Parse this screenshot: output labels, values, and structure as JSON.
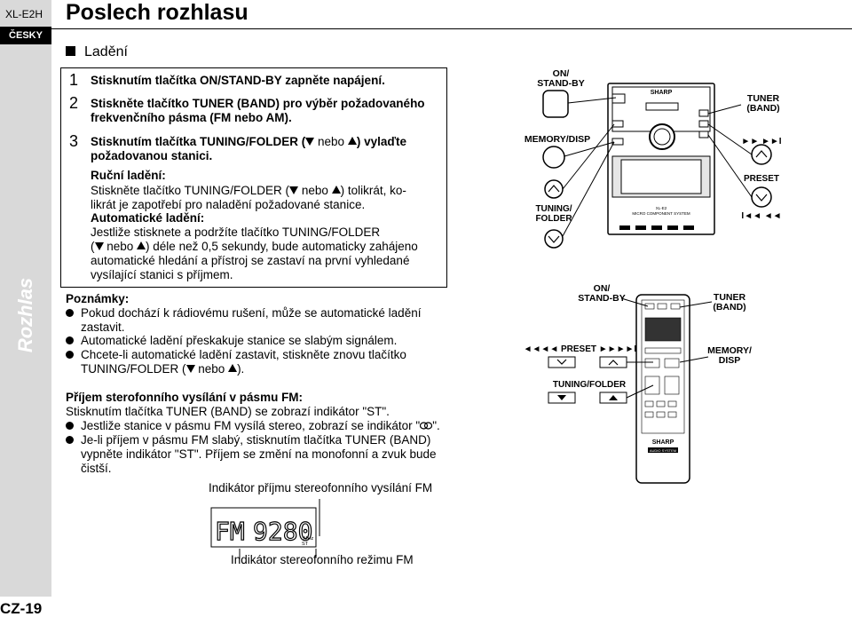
{
  "header": {
    "model": "XL-E2H",
    "language": "ČESKY",
    "side_title": "Rozhlas",
    "page_number": "CZ-19",
    "title": "Poslech rozhlasu"
  },
  "section": {
    "heading": "Ladění",
    "steps": [
      {
        "num": "1",
        "line1": "Stisknutím tlačítka ON/STAND-BY zapněte napájení."
      },
      {
        "num": "2",
        "line1": "Stiskněte tlačítko TUNER (BAND) pro výběr požadovaného",
        "line2": "frekvenčního pásma (FM nebo AM)."
      },
      {
        "num": "3",
        "line1a": "Stisknutím tlačítka TUNING/FOLDER (",
        "line1b": " nebo ",
        "line1c": ") vylaďte",
        "line2": "požadovanou stanici."
      }
    ],
    "manual": {
      "heading": "Ruční ladění:",
      "line1a": "Stiskněte tlačítko TUNING/FOLDER (",
      "line1b": " nebo ",
      "line1c": ") tolikrát, ko-",
      "line2": "likrát je zapotřebí pro naladění požadované stanice."
    },
    "auto": {
      "heading": "Automatické ladění:",
      "line1": "Jestliže stisknete a podržíte tlačítko TUNING/FOLDER",
      "line2a": "(",
      "line2b": " nebo ",
      "line2c": ") déle než 0,5 sekundy, bude automaticky zahájeno",
      "line3": "automatické hledání a přístroj se zastaví na první vyhledané",
      "line4": "vysílající stanici s příjmem."
    }
  },
  "notes": {
    "heading": "Poznámky:",
    "item1_line1": "Pokud dochází k rádiovému rušení, může se automatické ladění",
    "item1_line2": "zastavit.",
    "item2": "Automatické ladění přeskakuje stanice se slabým signálem.",
    "item3_line1": "Chcete-li automatické ladění zastavit, stiskněte znovu tlačítko",
    "item3_line2a": "TUNING/FOLDER (",
    "item3_line2b": " nebo ",
    "item3_line2c": ")."
  },
  "stereo": {
    "heading": "Příjem sterofonního vysílání v pásmu FM:",
    "line1": "Stisknutím tlačítka TUNER (BAND) se zobrazí indikátor \"ST\".",
    "item1a": "Jestliže stanice v pásmu FM vysílá stereo, zobrazí se indikátor \"",
    "item1b": "\".",
    "item2_line1": "Je-li příjem v pásmu FM slabý, stisknutím tlačítka TUNER (BAND)",
    "item2_line2": "vypněte indikátor \"ST\". Příjem se změní na monofonní a zvuk bude",
    "item2_line3": "čistší."
  },
  "lcd": {
    "caption_top": "Indikátor příjmu stereofonního vysílání FM",
    "caption_bottom": "Indikátor stereofonního režimu FM",
    "display_band": "FM",
    "display_freq": "9280",
    "unit": "MHz",
    "st": "ST"
  },
  "unit_diagram": {
    "on_standby": "ON/\nSTAND-BY",
    "tuner_band": "TUNER\n(BAND)",
    "memory_disp": "MEMORY/DISP",
    "tuning_folder": "TUNING/\nFOLDER",
    "preset": "PRESET",
    "brand": "SHARP",
    "model_line1": "XL-E2",
    "model_line2": "MICRO COMPONENT SYSTEM"
  },
  "remote_diagram": {
    "on_standby": "ON/\nSTAND-BY",
    "tuner_band": "TUNER\n(BAND)",
    "memory_disp": "MEMORY/\nDISP",
    "preset": "PRESET",
    "tuning_folder": "TUNING/FOLDER",
    "brand": "SHARP",
    "system": "AUDIO SYSTEM"
  }
}
